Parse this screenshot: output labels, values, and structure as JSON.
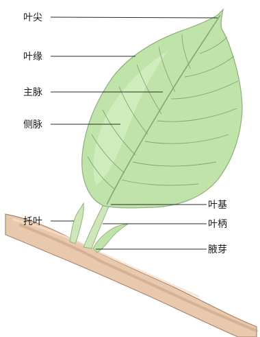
{
  "labels": {
    "leaf_tip": "叶尖",
    "leaf_margin": "叶缘",
    "midrib": "主脉",
    "lateral_vein": "侧脉",
    "stipule": "托叶",
    "leaf_base": "叶基",
    "petiole": "叶柄",
    "axillary_bud": "腋芽"
  },
  "colors": {
    "leaf_fill": "#bfe3a8",
    "leaf_light": "#d6efc4",
    "leaf_outline": "#8fb57f",
    "vein": "#7fa870",
    "stem_fill": "#e9c9ad",
    "stem_shadow": "#c79f82",
    "stem_outline": "#a9876e",
    "petiole": "#cfe6b8",
    "text": "#1a1a1a"
  }
}
